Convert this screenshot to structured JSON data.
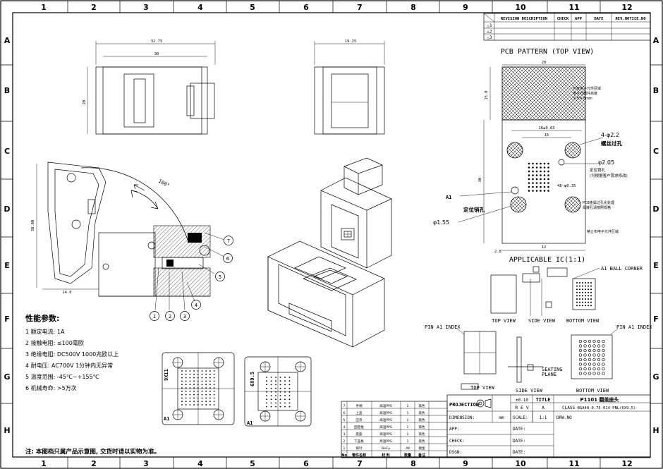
{
  "zones": {
    "columns": [
      "1",
      "2",
      "3",
      "4",
      "5",
      "6",
      "7",
      "8",
      "9",
      "10",
      "11",
      "12"
    ],
    "rows": [
      "A",
      "B",
      "C",
      "D",
      "E",
      "F",
      "G",
      "H"
    ]
  },
  "revision_block": {
    "headers": [
      "REVISION DESCRIPTION",
      "CHECK",
      "APP",
      "DATE",
      "REV.NOTICE.NO"
    ],
    "rows": [
      "1",
      "2",
      "3"
    ]
  },
  "views": {
    "pcb_pattern_title": "PCB PATTERN (TOP VIEW)",
    "applicable_ic_title": "APPLICABLE IC(1:1)",
    "top_view": "TOP VIEW",
    "side_view": "SIDE VIEW",
    "bottom_view": "BOTTOM VIEW",
    "a1_ball_corner": "A1 BALL CORNER",
    "pin_a1_index": "PIN A1 INDEX",
    "seating_plane": "SEATING\nPLANE",
    "angle": "100°",
    "a1": "A1",
    "pitch_label_1": "9X11",
    "pitch_label_2": "6X9.5"
  },
  "dimensions": {
    "top_width_outer": "32.75",
    "top_width_inner": "30",
    "top_height": "20",
    "side_width": "19.25",
    "left_height": "38.80",
    "left_bottom": "14.0",
    "pcb_20": "20",
    "pcb_15": "15.0",
    "pcb_16": "16±0.03",
    "pcb_15b": "15",
    "pcb_30": "30",
    "pcb_12": "12",
    "pcb_28": "2.8",
    "hole_22": "4-φ2.2",
    "hole_205": "φ2.05",
    "hole_155": "φ1.55",
    "pitch_075": "48-φ0.35"
  },
  "annotations": {
    "thread_hole": "螺丝过孔",
    "locating_hole": "定位销孔\n(可根据客户需求修改)",
    "locating_pin": "定位销孔",
    "no_component_area": "可有电子元件区域\n电子元器件高度\n小于4.0mm",
    "pcb_via": "PCB金属过孔化处理\n焊接孔请按照规格",
    "outline_note": "禁止布电子元件区域"
  },
  "specs": {
    "title": "性能参数:",
    "items": [
      "1  额定电流: 1A",
      "2  接触电阻: ≤100毫欧",
      "3  绝缘电阻: DC500V 1000兆欧以上",
      "4  耐电压:   AC700V 1分钟内无异常",
      "5  温度范围: -45℃~+155℃",
      "6  机械寿命: >5万次"
    ]
  },
  "note": "注: 本图档只属产品示意图, 交货时请以实物为准。",
  "callouts": [
    "1",
    "2",
    "3",
    "4",
    "5",
    "6",
    "7"
  ],
  "parts_table": {
    "rows": [
      [
        "7",
        "手柄",
        "高温PPS",
        "1",
        "黑色"
      ],
      [
        "6",
        "上盖",
        "高温PPS",
        "1",
        "黑色"
      ],
      [
        "5",
        "压块",
        "高温PPS",
        "1",
        "黑色"
      ],
      [
        "4",
        "固定框",
        "高温PPS",
        "1",
        "黑色"
      ],
      [
        "3",
        "底座",
        "高温PPS",
        "1",
        "黑色"
      ],
      [
        "2",
        "下盖板",
        "高温PPS",
        "1",
        "黑色"
      ],
      [
        "1",
        "探针",
        "BeCu",
        "48",
        "镀金"
      ]
    ],
    "header": [
      "No",
      "零件名称",
      "材 料",
      "数量",
      "备注"
    ]
  },
  "title_block": {
    "projection": "PROJECTION",
    "tolerance": "±0.10",
    "title_label": "TITLE",
    "title_value": "P1101 翻盖座头",
    "rev_label": "R E V",
    "rev_value": "A",
    "class_label": "CLASS",
    "class_value": "BGA48-0.75-014-PNL(6X9.5)",
    "dimension_label": "DIMENSION:",
    "dimension_value": "mm",
    "scale_label": "SCALE:",
    "scale_value": "1:1",
    "dwg_no_label": "DRW.NO",
    "app_label": "APP:",
    "check_label": "CHECK:",
    "design_label": "DSGN:",
    "date_label": "DATE:"
  }
}
